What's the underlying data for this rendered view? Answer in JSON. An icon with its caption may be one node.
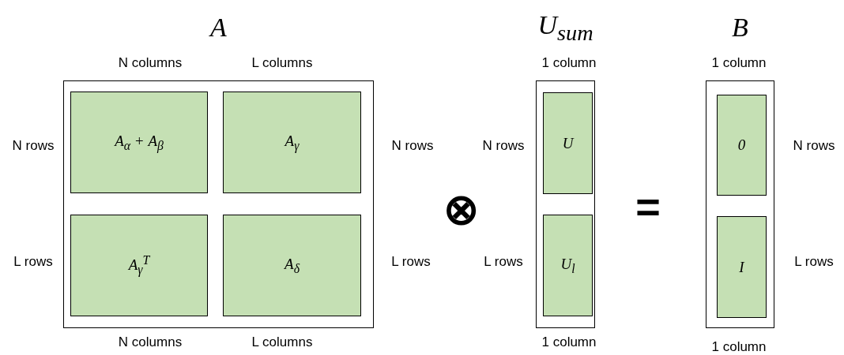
{
  "diagram": {
    "nodes": [
      {
        "text": [
          "A"
        ]
      },
      {
        "text": [
          "*A*$_{α}$ + *A*$_{β}$"
        ],
        "in": 0
      },
      {
        "text": [
          "*A*$_{γ}$"
        ],
        "in": 0
      },
      {
        "text": [
          "*A*$_{γ}$$^{T}$"
        ],
        "in": 0
      },
      {
        "text": [
          "*A*$_{δ}$"
        ],
        "in": 0
      },
      {
        "text": [
          "*U*$_{sum}$"
        ]
      },
      {
        "text": [
          "U"
        ],
        "in": 5
      },
      {
        "text": [
          "*U*$_{l}$"
        ],
        "in": 5
      },
      {
        "text": [
          "B"
        ]
      },
      {
        "text": [
          "0"
        ],
        "in": 8
      },
      {
        "text": [
          "I"
        ],
        "in": 8
      }
    ],
    "labels": [
      "N columns",
      "L columns",
      "1 column",
      "1 column",
      "N rows",
      "N rows",
      "N rows",
      "N rows",
      "⊗",
      "=",
      "L rows",
      "L rows",
      "L rows",
      "L rows",
      "N columns",
      "L columns",
      "1 column",
      "1 column"
    ]
  }
}
